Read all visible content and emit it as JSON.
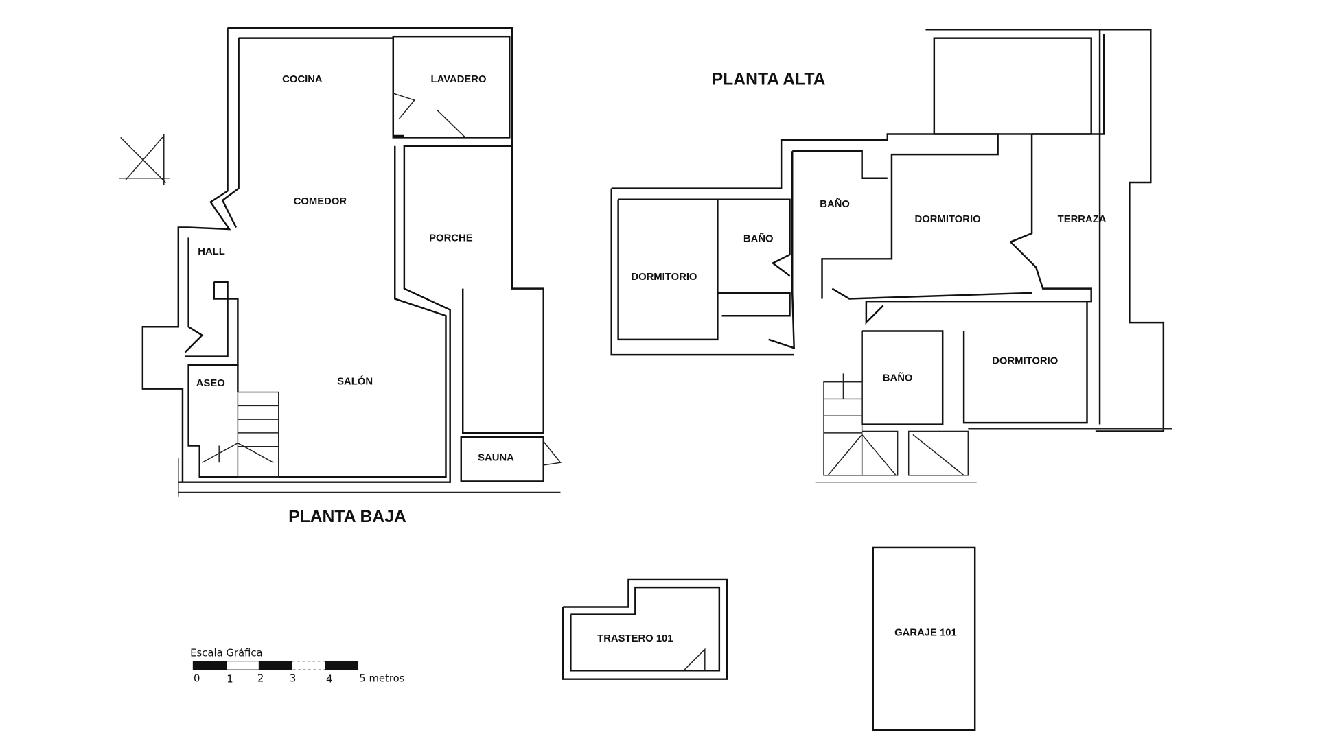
{
  "titles": {
    "ground_floor": "PLANTA BAJA",
    "upper_floor": "PLANTA ALTA"
  },
  "ground_rooms": {
    "cocina": "COCINA",
    "lavadero": "LAVADERO",
    "comedor": "COMEDOR",
    "hall": "HALL",
    "porche": "PORCHE",
    "aseo": "ASEO",
    "salon": "SALÓN",
    "sauna": "SAUNA"
  },
  "upper_rooms": {
    "dormitorio1": "DORMITORIO",
    "bano1": "BAÑO",
    "bano2": "BAÑO",
    "dormitorio2": "DORMITORIO",
    "terraza": "TERRAZA",
    "bano3": "BAÑO",
    "dormitorio3": "DORMITORIO"
  },
  "annex": {
    "trastero": "TRASTERO 101",
    "garaje": "GARAJE 101"
  },
  "scale": {
    "title": "Escala Gráfica",
    "ticks": [
      "0",
      "1",
      "2",
      "3",
      "4",
      "5 metros"
    ]
  }
}
